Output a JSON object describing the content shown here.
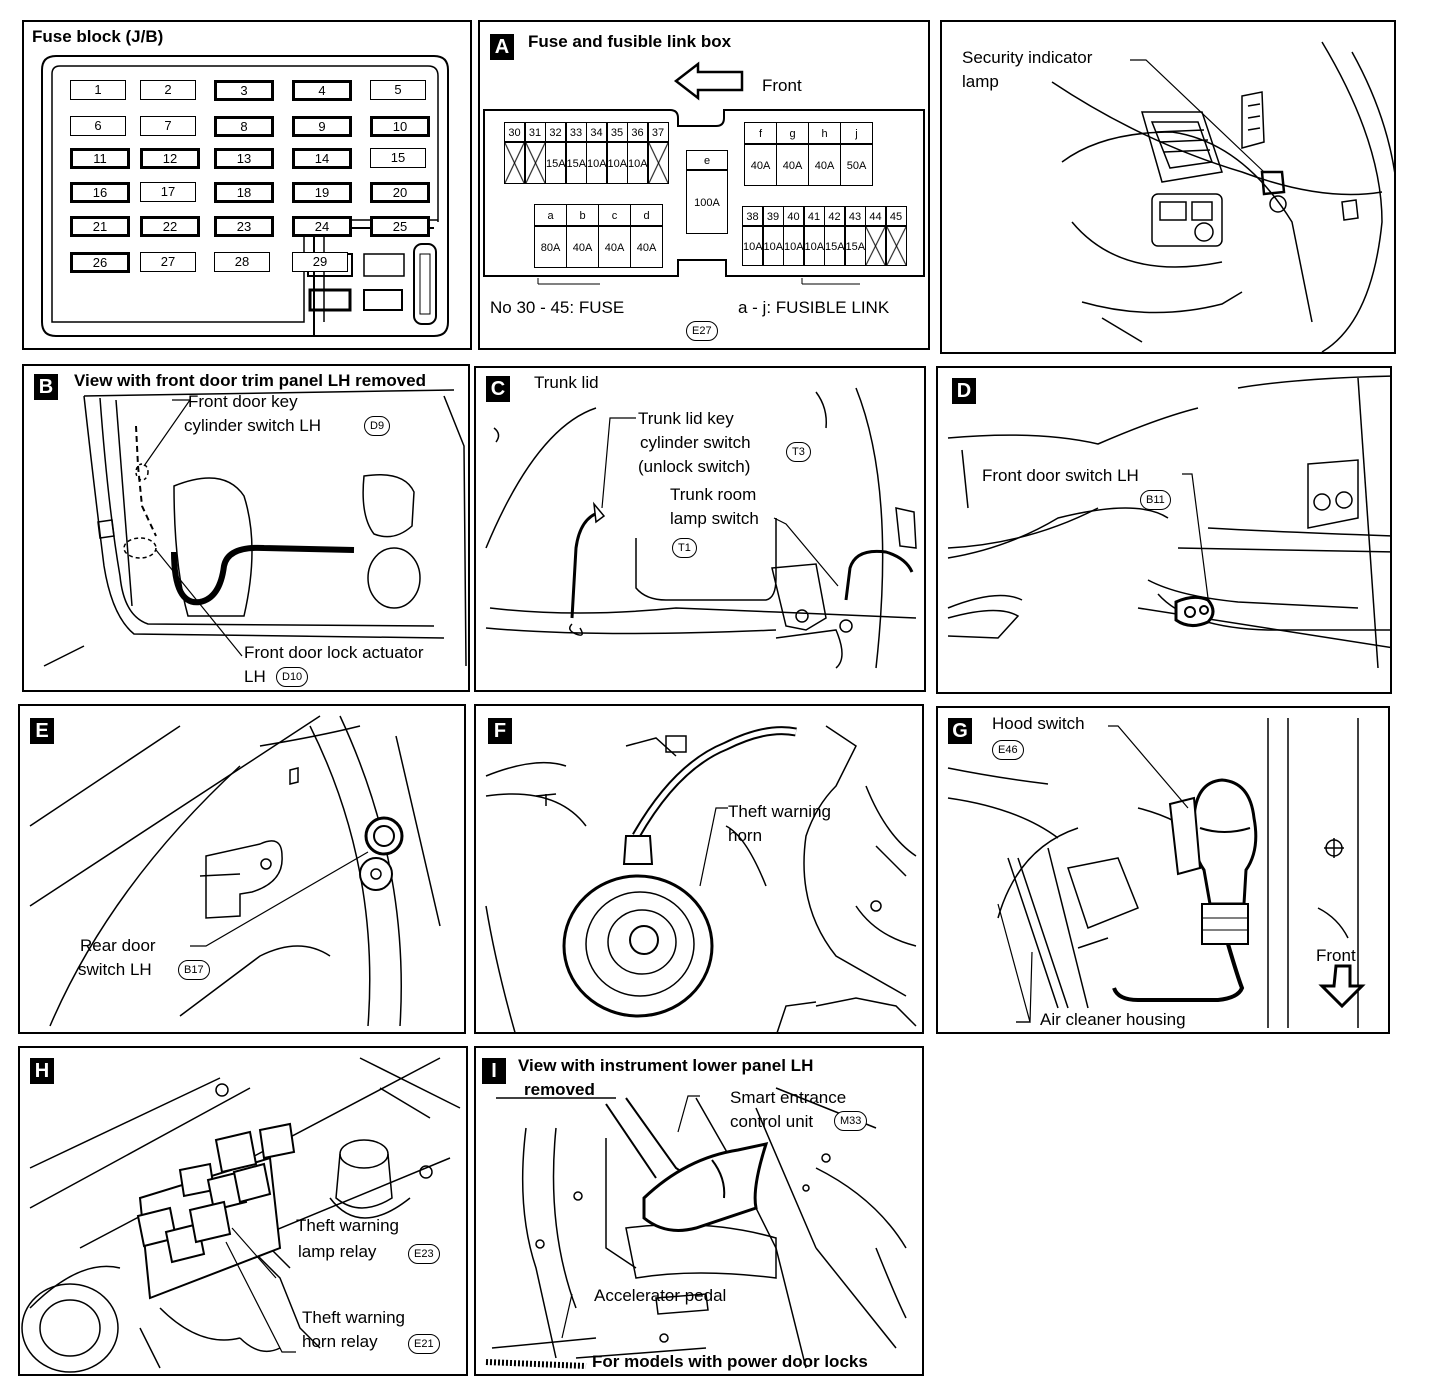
{
  "panel_fuse": {
    "title": "Fuse block (J/B)",
    "fuses": [
      "1",
      "2",
      "3",
      "4",
      "5",
      "6",
      "7",
      "8",
      "9",
      "10",
      "11",
      "12",
      "13",
      "14",
      "15",
      "16",
      "17",
      "18",
      "19",
      "20",
      "21",
      "22",
      "23",
      "24",
      "25",
      "26",
      "27",
      "28",
      "29"
    ]
  },
  "panel_a": {
    "letter": "A",
    "title": "Fuse and fusible link box",
    "front": "Front",
    "fuse_top_nums": [
      "30",
      "31",
      "32",
      "33",
      "34",
      "35",
      "36",
      "37"
    ],
    "fuse_top_vals": [
      "",
      "",
      "15A",
      "15A",
      "10A",
      "10A",
      "10A",
      ""
    ],
    "link_e_label": "e",
    "link_e_val": "100A",
    "link_fj_labels": [
      "f",
      "g",
      "h",
      "j"
    ],
    "link_fj_vals": [
      "40A",
      "40A",
      "40A",
      "50A"
    ],
    "link_ad_labels": [
      "a",
      "b",
      "c",
      "d"
    ],
    "link_ad_vals": [
      "80A",
      "40A",
      "40A",
      "40A"
    ],
    "fuse_bot_nums": [
      "38",
      "39",
      "40",
      "41",
      "42",
      "43",
      "44",
      "45"
    ],
    "fuse_bot_vals": [
      "10A",
      "10A",
      "10A",
      "10A",
      "15A",
      "15A",
      "",
      ""
    ],
    "legend_fuse": "No 30 - 45:  FUSE",
    "legend_link": "a - j:  FUSIBLE LINK",
    "connector": "E27"
  },
  "panel_security": {
    "label_line1": "Security indicator",
    "label_line2": "lamp"
  },
  "panel_b": {
    "letter": "B",
    "title": "View with front door trim panel LH removed",
    "key_line1": "Front door key",
    "key_line2": "cylinder switch LH",
    "key_conn": "D9",
    "act_line1": "Front door lock actuator",
    "act_line2": "LH",
    "act_conn": "D10"
  },
  "panel_c": {
    "letter": "C",
    "title": "Trunk lid",
    "key_line1": "Trunk lid key",
    "key_line2": "cylinder switch",
    "key_line3": "(unlock switch)",
    "key_conn": "T3",
    "room_line1": "Trunk room",
    "room_line2": "lamp switch",
    "room_conn": "T1"
  },
  "panel_d": {
    "letter": "D",
    "label": "Front door switch LH",
    "conn": "B11"
  },
  "panel_e": {
    "letter": "E",
    "label_line1": "Rear door",
    "label_line2": "switch LH",
    "conn": "B17"
  },
  "panel_f": {
    "letter": "F",
    "label_line1": "Theft warning",
    "label_line2": "horn"
  },
  "panel_g": {
    "letter": "G",
    "label": "Hood switch",
    "conn": "E46",
    "front": "Front",
    "housing": "Air cleaner housing"
  },
  "panel_h": {
    "letter": "H",
    "lamp_line1": "Theft warning",
    "lamp_line2": "lamp relay",
    "lamp_conn": "E23",
    "horn_line1": "Theft warning",
    "horn_line2": "horn relay",
    "horn_conn": "E21"
  },
  "panel_i": {
    "letter": "I",
    "title_line1": "View with instrument lower panel LH",
    "title_line2": "removed",
    "unit_line1": "Smart entrance",
    "unit_line2": "control unit",
    "unit_conn": "M33",
    "pedal": "Accelerator pedal",
    "note": "For models with power door locks"
  }
}
